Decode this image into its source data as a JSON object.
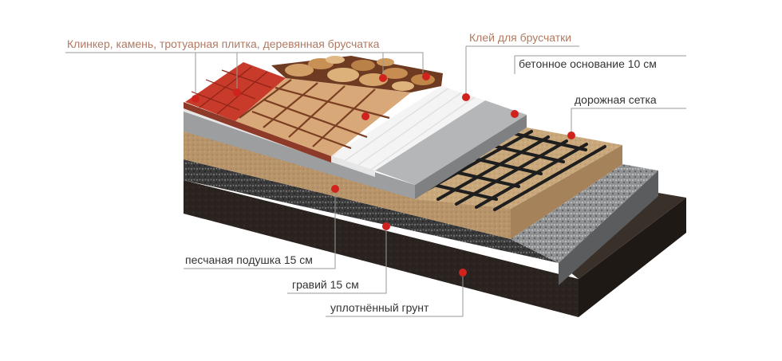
{
  "labels": {
    "paving": "Клинкер, камень, тротуарная плитка, деревянная брусчатка",
    "glue": "Клей для брусчатки",
    "concrete": "бетонное основание 10 см",
    "mesh": "дорожная сетка",
    "sand": "песчаная подушка 15 см",
    "gravel": "гравий 15 см",
    "soil": "уплотнённый грунт"
  },
  "colors": {
    "label_top": "#b07a62",
    "label_right": "#333333",
    "leader_line": "#9a9a9a",
    "marker": "#d0231e",
    "soil": "#2a2320",
    "gravel": "#3c3c3c",
    "gravel_light": "#9a9c9e",
    "sand": "#c9a87c",
    "concrete": "#a9abad",
    "glue": "#f2f2f2",
    "clinker": "#c83a2a",
    "tile": "#d9a878",
    "stone": "#c49456",
    "mesh": "#1e1e1e"
  }
}
